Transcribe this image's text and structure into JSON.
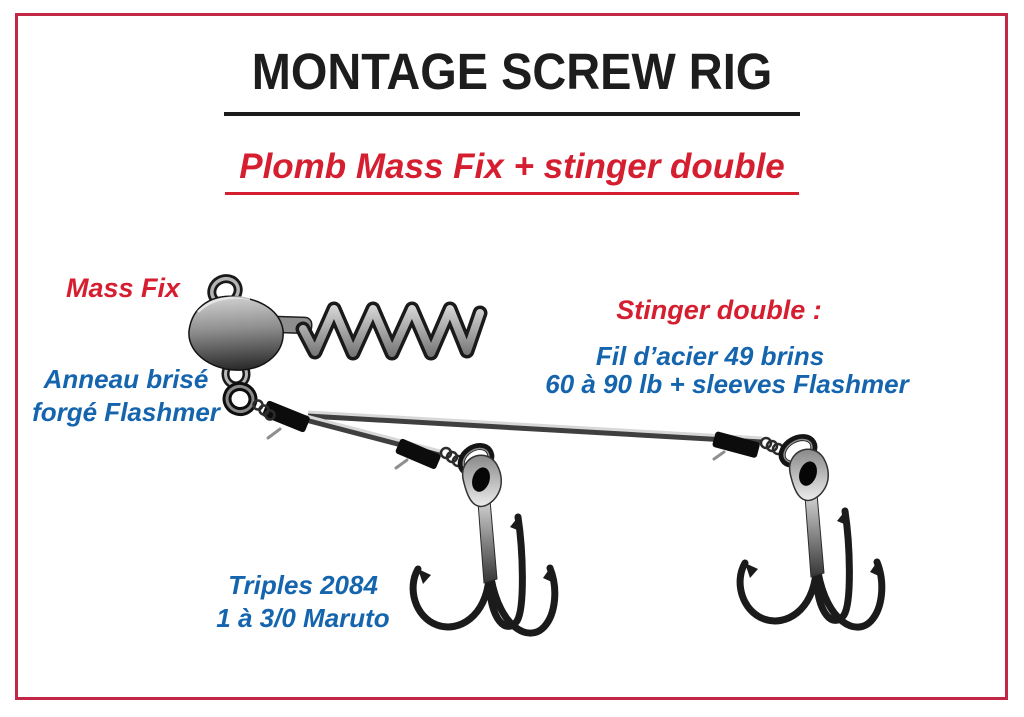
{
  "header": {
    "title": "MONTAGE SCREW RIG",
    "subtitle": "Plomb Mass Fix + stinger double"
  },
  "labels": {
    "mass_fix": "Mass Fix",
    "anneau_line1": "Anneau brisé",
    "anneau_line2": "forgé Flashmer",
    "stinger_title": "Stinger double :",
    "stinger_line1": "Fil d’acier 49 brins",
    "stinger_line2": "60 à 90 lb + sleeves Flashmer",
    "triples_line1": "Triples 2084",
    "triples_line2": "1 à 3/0 Maruto"
  },
  "colors": {
    "text_red": "#d51f30",
    "text_blue": "#1565ae",
    "border_red": "#c22745",
    "title_black": "#1d1d1d"
  },
  "diagram": {
    "parts": [
      "jig-head-eye-ring",
      "mass-fix-jig-head",
      "corkscrew",
      "split-rings",
      "wire-crimp-sleeves",
      "steel-wire-long",
      "steel-wire-short",
      "treble-hook-left",
      "treble-hook-right"
    ]
  }
}
